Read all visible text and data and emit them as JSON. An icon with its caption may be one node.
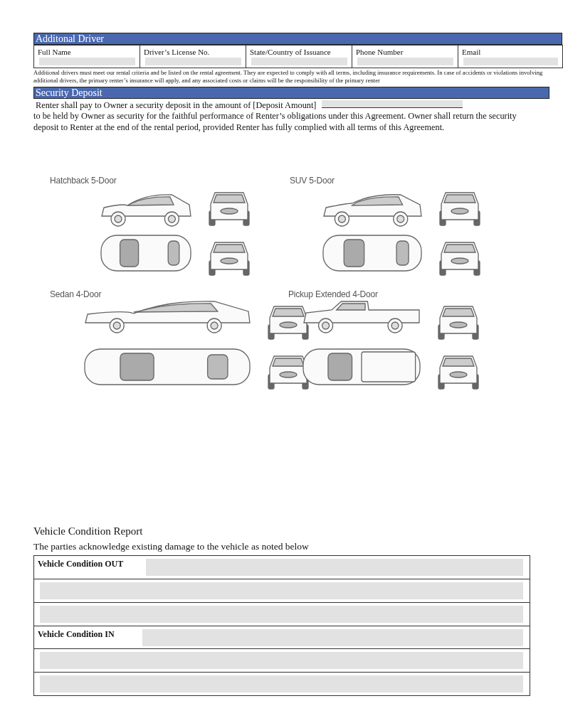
{
  "diagram": {
    "labels": [
      "Additonal Driver",
      "Full Name",
      "Driver’s License No.",
      "State/Country of Issuance",
      "Phone Number",
      "Email",
      "Additional drivers must meet our rental criteria and be listed on the rental agreement. They are expected to comply with all terms, including insurance requirements. In case of accidents or violations involving additional drivers, the primary renter’s insurance will apply, and any associated costs or claims will be the responsibility of the primary renter",
      "Security Deposit",
      "Renter shall pay to Owner a security deposit in the amount of [Deposit Amount]",
      "to be held by Owner as security for the faithful performance of Renter’s obligations under this Agreement. Owner shall return the security deposit to Renter at the end of the rental period, provided Renter has fully complied with all terms of this Agreement.",
      "Hatchback 5-Door",
      "SUV 5-Door",
      "Sedan 4-Door",
      "Pickup Extended 4-Door",
      "Vehicle Condition Report",
      "The parties acknowledge existing damage to the vehicle as noted below",
      "Vehicle Condition OUT",
      "Vehicle Condition IN"
    ]
  }
}
